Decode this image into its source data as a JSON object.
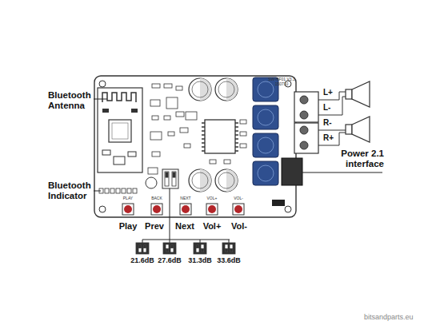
{
  "diagram": {
    "labels": [
      "Bluetooth Antenna",
      "Bluetooth Indicator",
      "Power 2.1 interface",
      "L+",
      "L-",
      "R-",
      "R+",
      "PLAY",
      "BACK",
      "NEXT",
      "VOL+",
      "VOL-",
      "Play",
      "Prev",
      "Next",
      "Vol+",
      "Vol-",
      "21.6dB",
      "27.6dB",
      "31.3dB",
      "33.6dB",
      "SW-HF01 V3.3",
      "150710",
      "bitsandparts.eu"
    ]
  }
}
